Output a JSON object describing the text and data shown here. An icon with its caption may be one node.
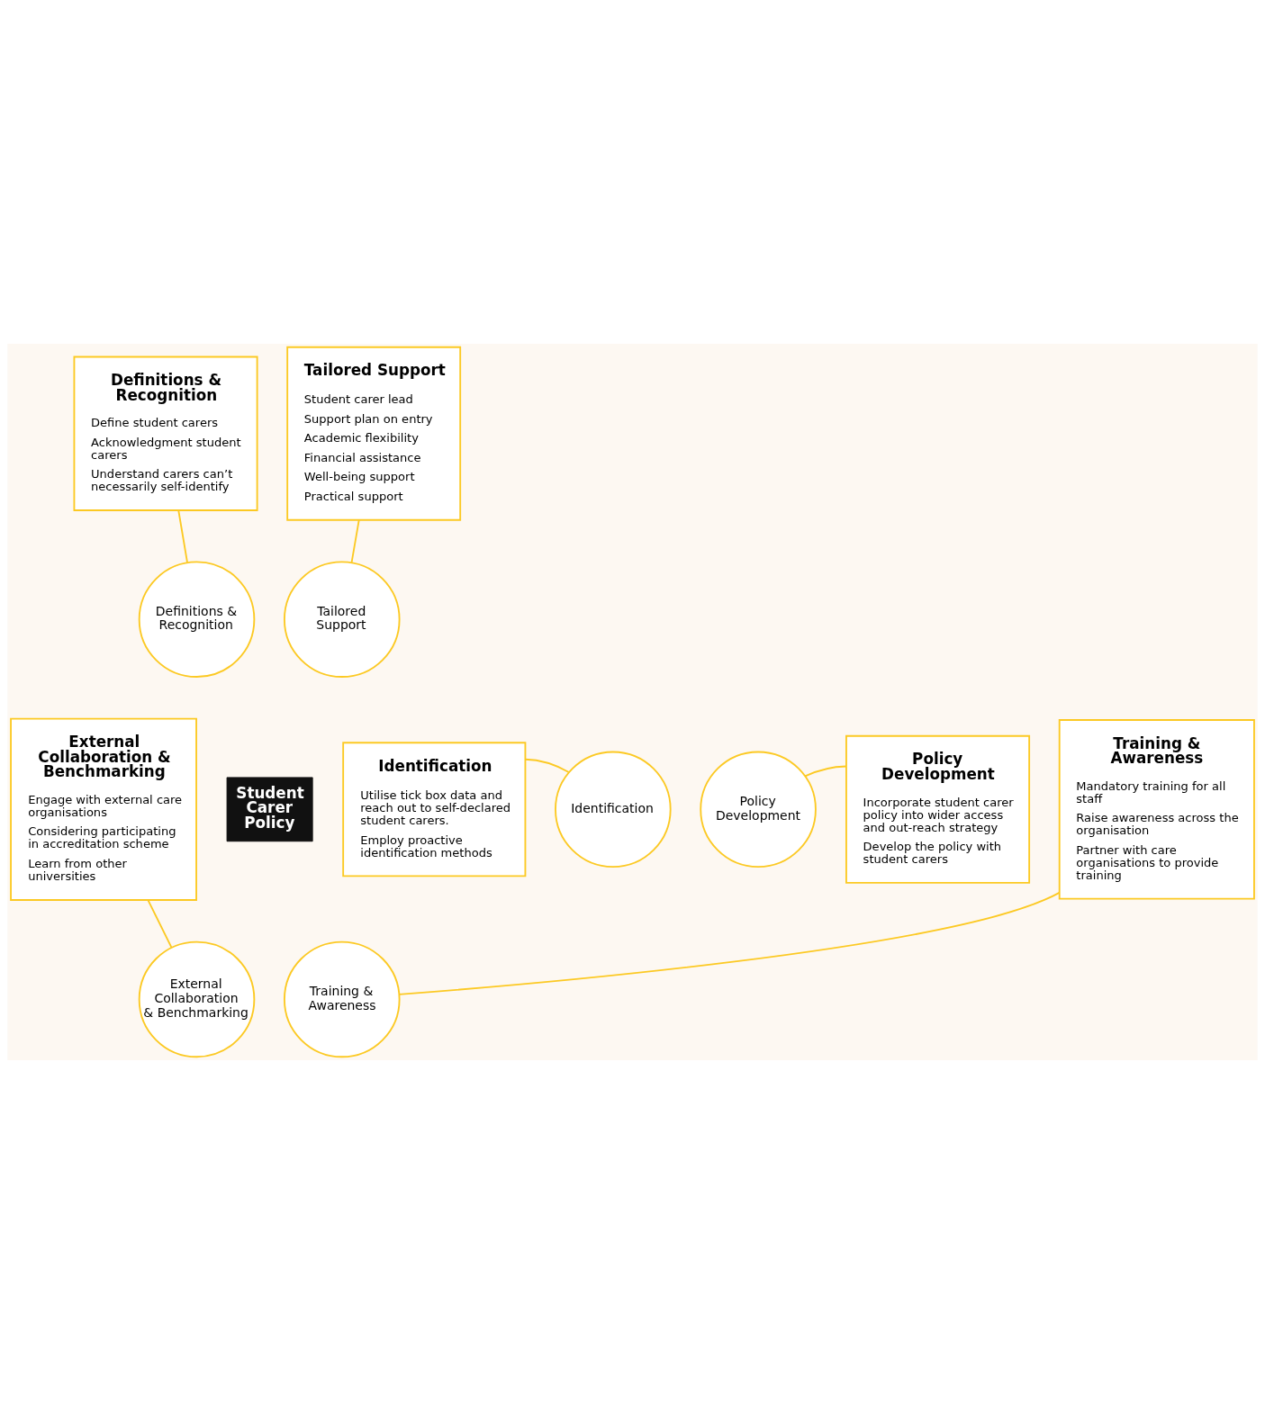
{
  "diagram": {
    "nodes": [
      {
        "text": [
          "Definitions & Recognition",
          "Define student carers",
          "Acknowledgment student carers",
          "Understand carers can’t necessarily self-identify"
        ]
      },
      {
        "text": [
          "Tailored Support",
          "Student carer lead",
          "Support plan on entry",
          "Academic flexibility",
          "Financial assistance",
          "Well-being support",
          "Practical support"
        ]
      },
      {
        "text": [
          "Tailored Support"
        ]
      },
      {
        "text": [
          "Definitions & Recognition"
        ]
      },
      {
        "text": [
          "Identification",
          "Utilise tick box data and reach out to self-declared student carers.",
          "Employ proactive identification methods"
        ]
      },
      {
        "text": [
          "Policy Development"
        ]
      },
      {
        "text": [
          "Student Carer Policy"
        ]
      },
      {
        "text": [
          "Identification"
        ]
      },
      {
        "text": [
          "Policy Development",
          "Incorporate student carer policy into wider access and out-reach strategy",
          "Develop the policy with student carers"
        ]
      },
      {
        "text": [
          "External Collaboration & Benchmarking"
        ]
      },
      {
        "text": [
          "Training & Awareness"
        ]
      },
      {
        "text": [
          "External Collaboration & Benchmarking",
          "Engage with external care organisations",
          "Considering participating in accreditation scheme",
          "Learn from other universities"
        ]
      },
      {
        "text": [
          "Training & Awareness",
          "Mandatory training for all staff",
          "Raise awareness across the organisation",
          "Partner with care organisations to provide training"
        ]
      }
    ],
    "edges": [
      {
        "from": 0,
        "to": 3,
        "arrow": "none"
      },
      {
        "from": 1,
        "to": 2,
        "arrow": "none"
      },
      {
        "from": 4,
        "to": 7,
        "arrow": "none"
      },
      {
        "from": 8,
        "to": 5,
        "arrow": "none"
      },
      {
        "from": 11,
        "to": 9,
        "arrow": "none"
      },
      {
        "from": 12,
        "to": 10,
        "arrow": "none"
      }
    ]
  }
}
